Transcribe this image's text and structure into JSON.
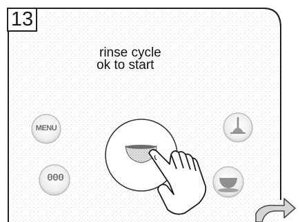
{
  "step": {
    "number": "13"
  },
  "display": {
    "line1": "rinse cycle",
    "line2": "ok to start"
  },
  "buttons": {
    "menu_label": "MENU",
    "aroma_label": "000"
  },
  "icons": {
    "center_button": "cup-icon",
    "right_top": "steam-icon",
    "right_bottom": "cup-icon",
    "hand": "pointing-hand-icon",
    "next": "curved-arrow-icon"
  }
}
